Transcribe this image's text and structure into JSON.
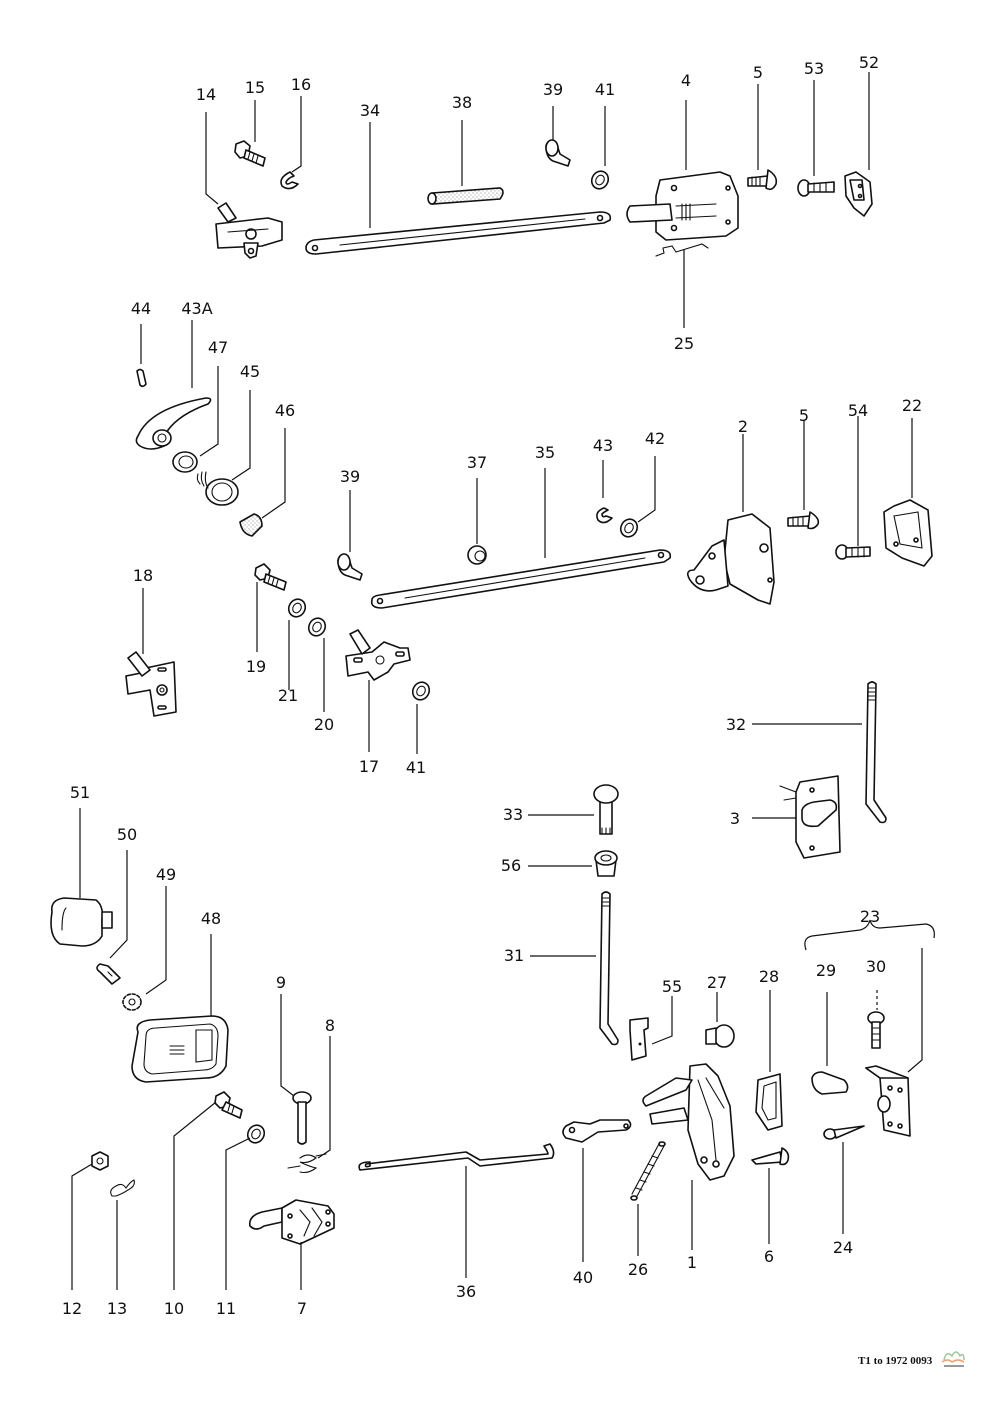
{
  "diagram": {
    "title": "Door lock mechanism exploded view",
    "footer_text": "T1 to 1972 0093",
    "watermark": "logo",
    "callouts": [
      {
        "id": "c14",
        "label": "14"
      },
      {
        "id": "c15",
        "label": "15"
      },
      {
        "id": "c16",
        "label": "16"
      },
      {
        "id": "c34",
        "label": "34"
      },
      {
        "id": "c38",
        "label": "38"
      },
      {
        "id": "c39a",
        "label": "39"
      },
      {
        "id": "c41a",
        "label": "41"
      },
      {
        "id": "c4",
        "label": "4"
      },
      {
        "id": "c5a",
        "label": "5"
      },
      {
        "id": "c53",
        "label": "53"
      },
      {
        "id": "c52",
        "label": "52"
      },
      {
        "id": "c25",
        "label": "25"
      },
      {
        "id": "c44",
        "label": "44"
      },
      {
        "id": "c43A",
        "label": "43A"
      },
      {
        "id": "c47",
        "label": "47"
      },
      {
        "id": "c45",
        "label": "45"
      },
      {
        "id": "c46",
        "label": "46"
      },
      {
        "id": "c39b",
        "label": "39"
      },
      {
        "id": "c37",
        "label": "37"
      },
      {
        "id": "c35",
        "label": "35"
      },
      {
        "id": "c43",
        "label": "43"
      },
      {
        "id": "c42",
        "label": "42"
      },
      {
        "id": "c2",
        "label": "2"
      },
      {
        "id": "c5b",
        "label": "5"
      },
      {
        "id": "c54",
        "label": "54"
      },
      {
        "id": "c22",
        "label": "22"
      },
      {
        "id": "c18",
        "label": "18"
      },
      {
        "id": "c19",
        "label": "19"
      },
      {
        "id": "c21",
        "label": "21"
      },
      {
        "id": "c20",
        "label": "20"
      },
      {
        "id": "c17",
        "label": "17"
      },
      {
        "id": "c41b",
        "label": "41"
      },
      {
        "id": "c32",
        "label": "32"
      },
      {
        "id": "c3",
        "label": "3"
      },
      {
        "id": "c33",
        "label": "33"
      },
      {
        "id": "c56",
        "label": "56"
      },
      {
        "id": "c31",
        "label": "31"
      },
      {
        "id": "c51",
        "label": "51"
      },
      {
        "id": "c50",
        "label": "50"
      },
      {
        "id": "c49",
        "label": "49"
      },
      {
        "id": "c48",
        "label": "48"
      },
      {
        "id": "c23",
        "label": "23"
      },
      {
        "id": "c29",
        "label": "29"
      },
      {
        "id": "c30",
        "label": "30"
      },
      {
        "id": "c28",
        "label": "28"
      },
      {
        "id": "c27",
        "label": "27"
      },
      {
        "id": "c55",
        "label": "55"
      },
      {
        "id": "c9",
        "label": "9"
      },
      {
        "id": "c8",
        "label": "8"
      },
      {
        "id": "c10",
        "label": "10"
      },
      {
        "id": "c11",
        "label": "11"
      },
      {
        "id": "c12",
        "label": "12"
      },
      {
        "id": "c13",
        "label": "13"
      },
      {
        "id": "c7",
        "label": "7"
      },
      {
        "id": "c36",
        "label": "36"
      },
      {
        "id": "c40",
        "label": "40"
      },
      {
        "id": "c26",
        "label": "26"
      },
      {
        "id": "c1",
        "label": "1"
      },
      {
        "id": "c6",
        "label": "6"
      },
      {
        "id": "c24",
        "label": "24"
      }
    ]
  }
}
